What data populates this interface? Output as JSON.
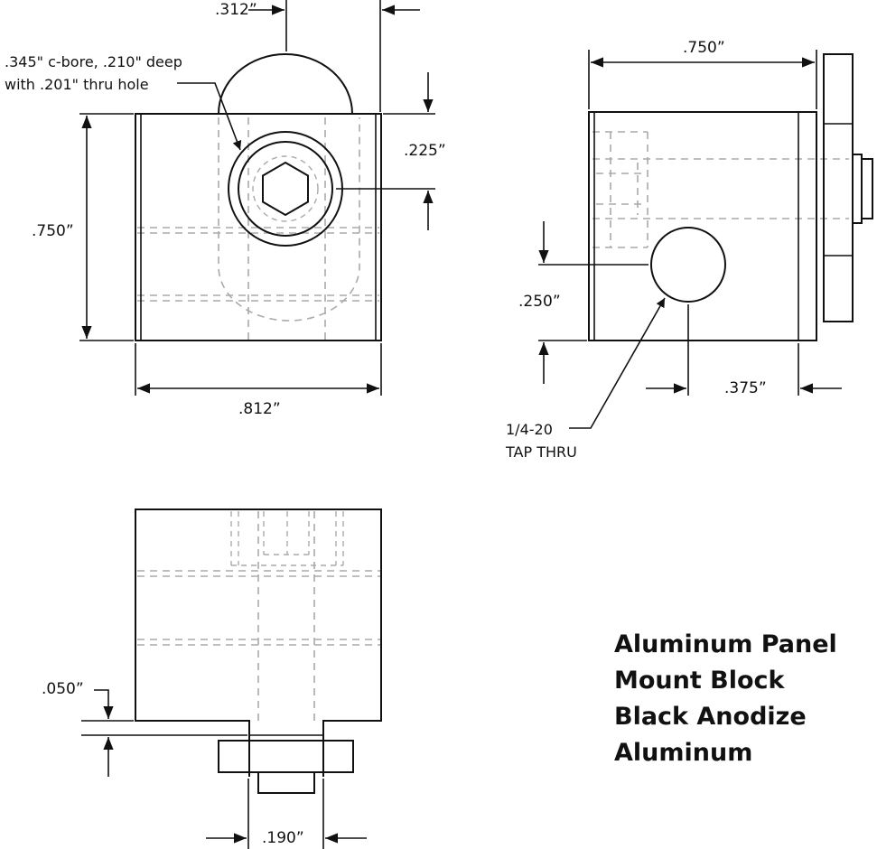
{
  "dimensions": {
    "front_top": ".312”",
    "cbore_line1": ".345\" c-bore, .210\" deep",
    "cbore_line2": "with .201\" thru hole",
    "front_right": ".225”",
    "front_height": ".750”",
    "front_width": ".812”",
    "side_width": ".750”",
    "side_left": ".250”",
    "side_bottom": ".375”",
    "tap_line1": "1/4-20",
    "tap_line2": "TAP THRU",
    "bottom_left": ".050”",
    "bottom_width": ".190”"
  },
  "title": {
    "line1": "Aluminum Panel",
    "line2": "Mount Block",
    "line3": "Black Anodize",
    "line4": "Aluminum"
  }
}
